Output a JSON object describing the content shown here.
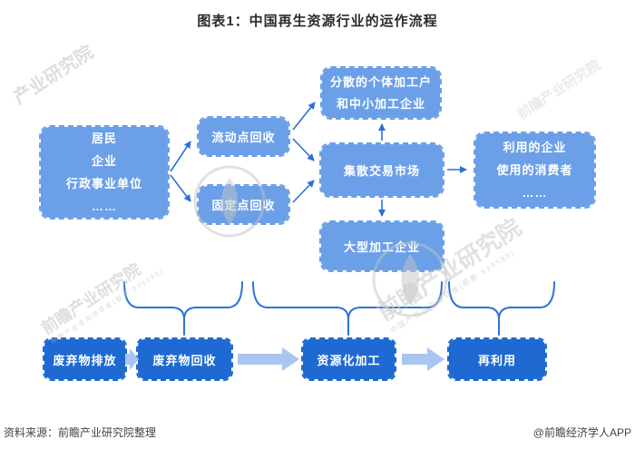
{
  "title": "图表1：中国再生资源行业的运作流程",
  "diagram": {
    "source": [
      "居民",
      "企业",
      "行政事业单位",
      "……"
    ],
    "mobile_recycle": "流动点回收",
    "fixed_recycle": "固定点回收",
    "scattered": [
      "分散的个体加工户",
      "和中小加工企业"
    ],
    "market": "集散交易市场",
    "large": "大型加工企业",
    "users": [
      "利用的企业",
      "使用的消费者",
      "……"
    ]
  },
  "stages": [
    "废弃物排放",
    "废弃物回收",
    "资源化加工",
    "再利用"
  ],
  "footer": {
    "source": "资料来源：前瞻产业研究院整理",
    "credit": "@前瞻经济学人APP"
  },
  "watermark": {
    "brand": "前瞻产业研究院",
    "brand_short": "产业研究院",
    "tagline": "中国产业咨询领导者(股票:839599)"
  },
  "colors": {
    "node_fill": "#6BA0E8",
    "stage_fill": "#1E6AD2",
    "connector": "#2B70D8",
    "block_arrow": "#A9C6F1",
    "brace": "#2D72D8",
    "title_text": "#2B2B2B",
    "box_text": "#FFFFFF"
  }
}
